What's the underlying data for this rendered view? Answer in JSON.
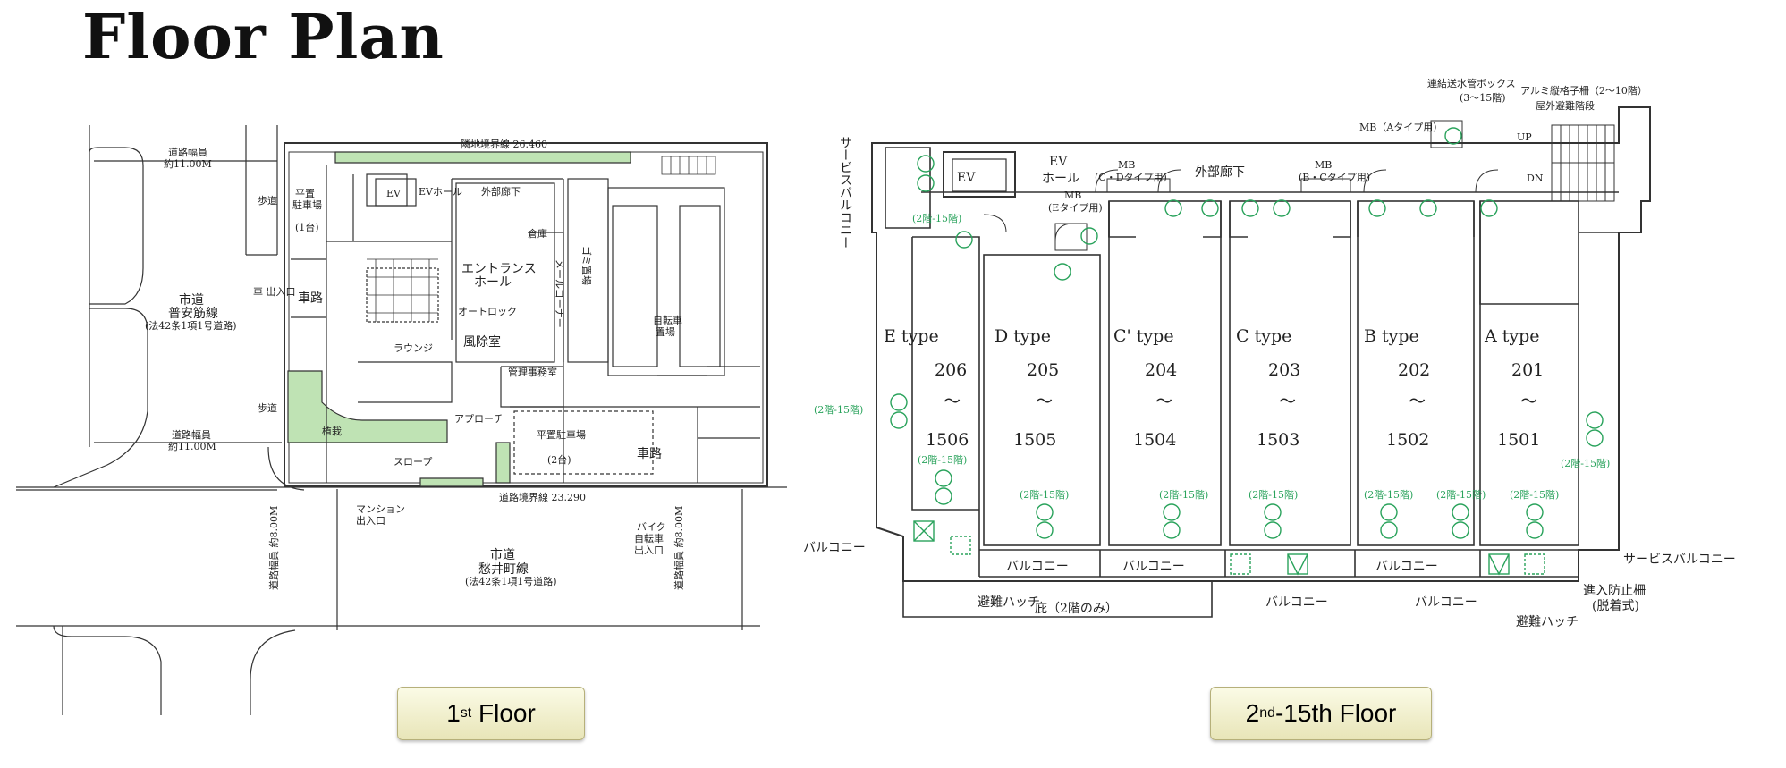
{
  "page": {
    "title": "Floor Plan"
  },
  "floor1": {
    "road_width_top": "道路幅員",
    "road_width_top_val": "約11.00M",
    "sidewalk": "歩道",
    "road_name_left": "市道",
    "road_name_left_2": "普安筋線",
    "road_name_left_3": "(法42条1項1号道路)",
    "road_width_mid": "道路幅員",
    "road_width_mid_val": "約11.00M",
    "parking_flat": "平置",
    "parking_flat_2": "駐車場",
    "parking_flat_3": "(1台)",
    "car_entrance": "車 出入口",
    "carway": "車路",
    "ev": "EV",
    "ev_hall": "EVホール",
    "outer_corridor": "外部廊下",
    "entrance_hall": "エントランス",
    "entrance_hall_2": "ホール",
    "autolock": "オートロック",
    "windbreak": "風除室",
    "lounge": "ラウンジ",
    "management": "管理事務室",
    "warehouse": "倉庫",
    "mailbox": "メールコーナー",
    "garbage": "ゴミ置場",
    "bicycle": "自転車",
    "bicycle_2": "置場",
    "planting": "植栽",
    "slope": "スロープ",
    "approach": "アプローチ",
    "mansion_entrance": "マンション",
    "mansion_entrance_2": "出入口",
    "parking_flat2": "平置駐車場",
    "parking_flat2_2": "(2台)",
    "bike_entrance": "バイク",
    "bike_entrance_2": "自転車",
    "bike_entrance_3": "出入口",
    "road_name_bottom": "市道",
    "road_name_bottom_2": "愁井町線",
    "road_name_bottom_3": "(法42条1項1号道路)",
    "boundary_top": "隣地境界線 26.460",
    "boundary_bottom": "道路境界線 23.290",
    "road_width_v1": "道路幅員 約8.00M",
    "road_width_v2": "道路幅員 約8.00M"
  },
  "floor2": {
    "units": [
      {
        "type": "E type",
        "from": "206",
        "to": "1506"
      },
      {
        "type": "D type",
        "from": "205",
        "to": "1505"
      },
      {
        "type": "C' type",
        "from": "204",
        "to": "1504"
      },
      {
        "type": "C type",
        "from": "203",
        "to": "1503"
      },
      {
        "type": "B type",
        "from": "202",
        "to": "1502"
      },
      {
        "type": "A type",
        "from": "201",
        "to": "1501"
      }
    ],
    "tilde": "〜",
    "service_balcony": "サービスバルコニー",
    "ev": "EV",
    "ev_hall": "EV",
    "ev_hall_2": "ホール",
    "mb_e": "MB",
    "mb_e_2": "(Eタイプ用)",
    "mb_cd": "MB",
    "mb_cd_2": "(C・Dタイプ用)",
    "outer_corridor": "外部廊下",
    "mb_bc": "MB",
    "mb_bc_2": "(B・Cタイプ用)",
    "mb_a": "MB（Aタイプ用）",
    "standpipe": "連結送水管ボックス",
    "standpipe_2": "(3〜15階)",
    "alu_lattice": "アルミ縦格子柵（2〜10階）",
    "escape_stairs": "屋外避難階段",
    "up": "UP",
    "dn": "DN",
    "floors_note": "(2階-15階)",
    "balcony": "バルコニー",
    "escape_hatch": "避難ハッチ",
    "eaves": "庇（2階のみ）",
    "service_balcony_right": "サービスバルコニー",
    "intrusion_fence": "進入防止柵",
    "intrusion_fence_2": "(脱着式)"
  },
  "buttons": {
    "floor1_label": "Floor",
    "floor1_sup": "st",
    "floor1_num": "1",
    "floor2_num": "2",
    "floor2_sup": "nd",
    "floor2_label": " -15th Floor"
  },
  "colors": {
    "accent_green": "#2aa35c",
    "planting_fill": "#bfe3b4",
    "button_bg": "#f3f1cf"
  }
}
